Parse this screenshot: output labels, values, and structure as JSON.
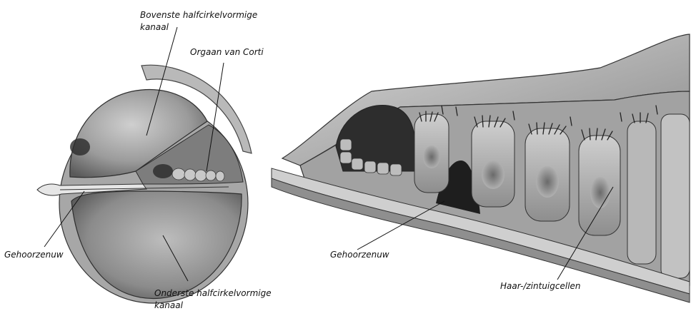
{
  "labels": {
    "bovenste_line1": "Bovenste halfcirkelvormige",
    "bovenste_line2": "kanaal",
    "orgaan": "Orgaan van Corti",
    "gehoorzenuw_left": "Gehoorzenuw",
    "onderste_line1": "Onderste halfcirkelvormige",
    "onderste_line2": "kanaal",
    "gehoorzenuw_right": "Gehoorzenuw",
    "haar": "Haar-/zintuigcellen"
  },
  "colors": {
    "background": "#ffffff",
    "tissue_light": "#cfcfcf",
    "tissue_mid": "#9a9a9a",
    "tissue_dark": "#3c3c3c",
    "line": "#111111"
  }
}
